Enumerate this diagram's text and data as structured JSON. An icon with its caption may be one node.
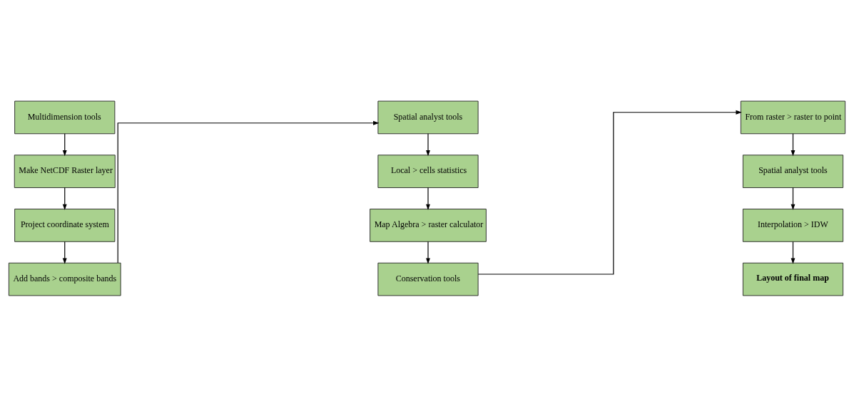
{
  "diagram": {
    "nodes": [
      {
        "text": [
          "Multidimension tools"
        ]
      },
      {
        "text": [
          "Make NetCDF Raster layer"
        ]
      },
      {
        "text": [
          "Project coordinate system"
        ]
      },
      {
        "text": [
          "Add bands > composite bands"
        ]
      },
      {
        "text": [
          "Spatial analyst tools"
        ]
      },
      {
        "text": [
          "Local > cells statistics"
        ]
      },
      {
        "text": [
          "Map Algebra > raster calculator"
        ]
      },
      {
        "text": [
          "Conservation tools"
        ]
      },
      {
        "text": [
          "From raster > raster to point"
        ]
      },
      {
        "text": [
          "Spatial analyst tools"
        ]
      },
      {
        "text": [
          "Interpolation > IDW"
        ]
      },
      {
        "text": [
          "Layout of final map"
        ]
      }
    ],
    "edges": [
      {
        "from": 0,
        "to": 1,
        "arrow": "to"
      },
      {
        "from": 1,
        "to": 2,
        "arrow": "to"
      },
      {
        "from": 2,
        "to": 3,
        "arrow": "to"
      },
      {
        "from": 3,
        "to": 4,
        "arrow": "to"
      },
      {
        "from": 4,
        "to": 5,
        "arrow": "to"
      },
      {
        "from": 5,
        "to": 6,
        "arrow": "to"
      },
      {
        "from": 6,
        "to": 7,
        "arrow": "to"
      },
      {
        "from": 7,
        "to": 8,
        "arrow": "to"
      },
      {
        "from": 8,
        "to": 9,
        "arrow": "to"
      },
      {
        "from": 9,
        "to": 10,
        "arrow": "to"
      },
      {
        "from": 10,
        "to": 11,
        "arrow": "to"
      }
    ]
  }
}
